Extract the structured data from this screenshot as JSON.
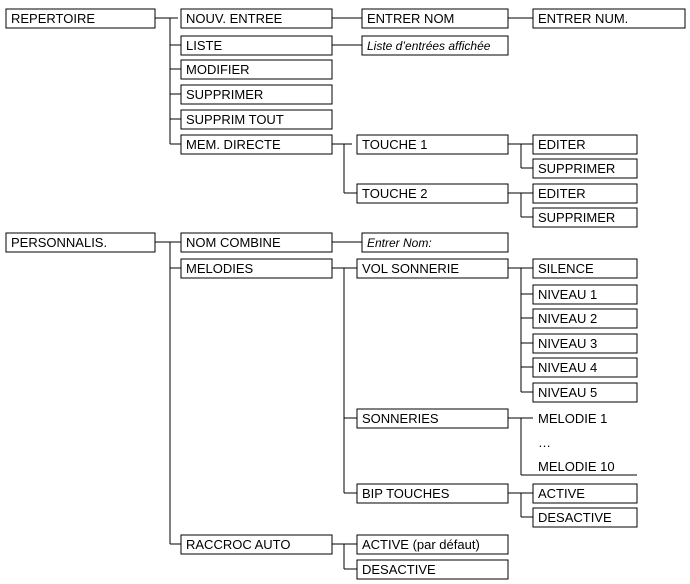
{
  "repertoire": {
    "root": "REPERTOIRE",
    "nouv_entree": "NOUV. ENTREE",
    "entrer_nom": "ENTRER NOM",
    "entrer_num": "ENTRER NUM.",
    "liste": "LISTE",
    "liste_note": "Liste d’entrées affichée",
    "modifier": "MODIFIER",
    "supprimer": "SUPPRIMER",
    "supprim_tout": "SUPPRIM TOUT",
    "mem_directe": "MEM. DIRECTE",
    "touche1": "TOUCHE 1",
    "touche1_editer": "EDITER",
    "touche1_supprimer": "SUPPRIMER",
    "touche2": "TOUCHE 2",
    "touche2_editer": "EDITER",
    "touche2_supprimer": "SUPPRIMER"
  },
  "personnalis": {
    "root": "PERSONNALIS.",
    "nom_combine": "NOM COMBINE",
    "nom_note": "Entrer Nom:",
    "melodies": "MELODIES",
    "vol_sonnerie": "VOL SONNERIE",
    "silence": "SILENCE",
    "niveau1": "NIVEAU 1",
    "niveau2": "NIVEAU 2",
    "niveau3": "NIVEAU 3",
    "niveau4": "NIVEAU 4",
    "niveau5": "NIVEAU 5",
    "sonneries": "SONNERIES",
    "melodie1": "MELODIE 1",
    "ellipsis": "…",
    "melodie10": "MELODIE 10",
    "bip_touches": "BIP TOUCHES",
    "bip_active": "ACTIVE",
    "bip_desactive": "DESACTIVE",
    "raccroc_auto": "RACCROC AUTO",
    "raccroc_active": "ACTIVE (par défaut)",
    "raccroc_desactive": "DESACTIVE"
  }
}
